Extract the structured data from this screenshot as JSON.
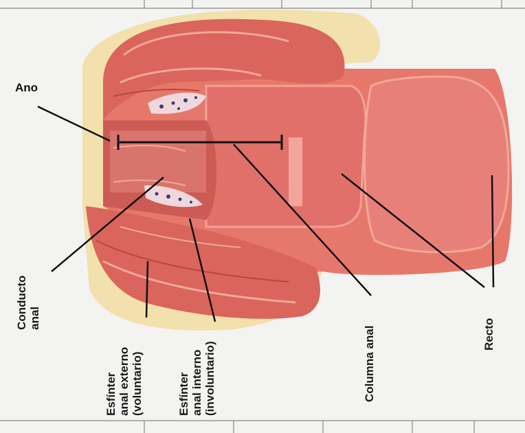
{
  "diagram": {
    "labels": {
      "ano": "Ano",
      "recto": "Recto",
      "columna_anal": "Columna anal",
      "conducto_anal": "Conducto\nanal",
      "esfinter_interno": "Esfínter\nanal interno\n(involuntario)",
      "esfinter_externo": "Esfínter\nanal externo\n(voluntario)"
    },
    "colors": {
      "paper": "#f3f3f1",
      "grid": "#3a3a3a",
      "tissue": "#e6786b",
      "tissue_dark": "#c84f49",
      "tissue_light": "#f2a898",
      "fat": "#f1cf74",
      "leader": "#111111"
    }
  }
}
